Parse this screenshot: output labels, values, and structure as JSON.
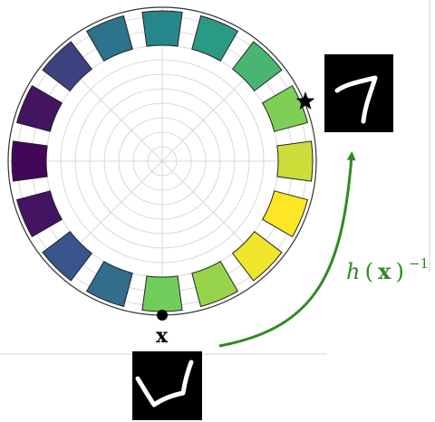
{
  "diagram": {
    "num_sectors": 16,
    "sector_values": [
      0.78,
      0.84,
      0.98,
      1.0,
      0.92,
      0.8,
      0.66,
      0.54,
      0.46,
      0.38,
      0.2,
      0.06,
      0.02,
      0.06,
      0.26,
      0.36
    ],
    "colormap": "viridis",
    "input_point_label": "x",
    "transform_label": {
      "func": "h",
      "arg": "x",
      "exponent": "−1"
    },
    "colors": {
      "arrow": "#2f8a22",
      "star": "#000000",
      "grid": "#cfcfcf",
      "outline": "#222222"
    },
    "digit_images": {
      "original": "handwritten-digit-seven-rotated",
      "transformed": "handwritten-digit-seven-upright"
    }
  }
}
